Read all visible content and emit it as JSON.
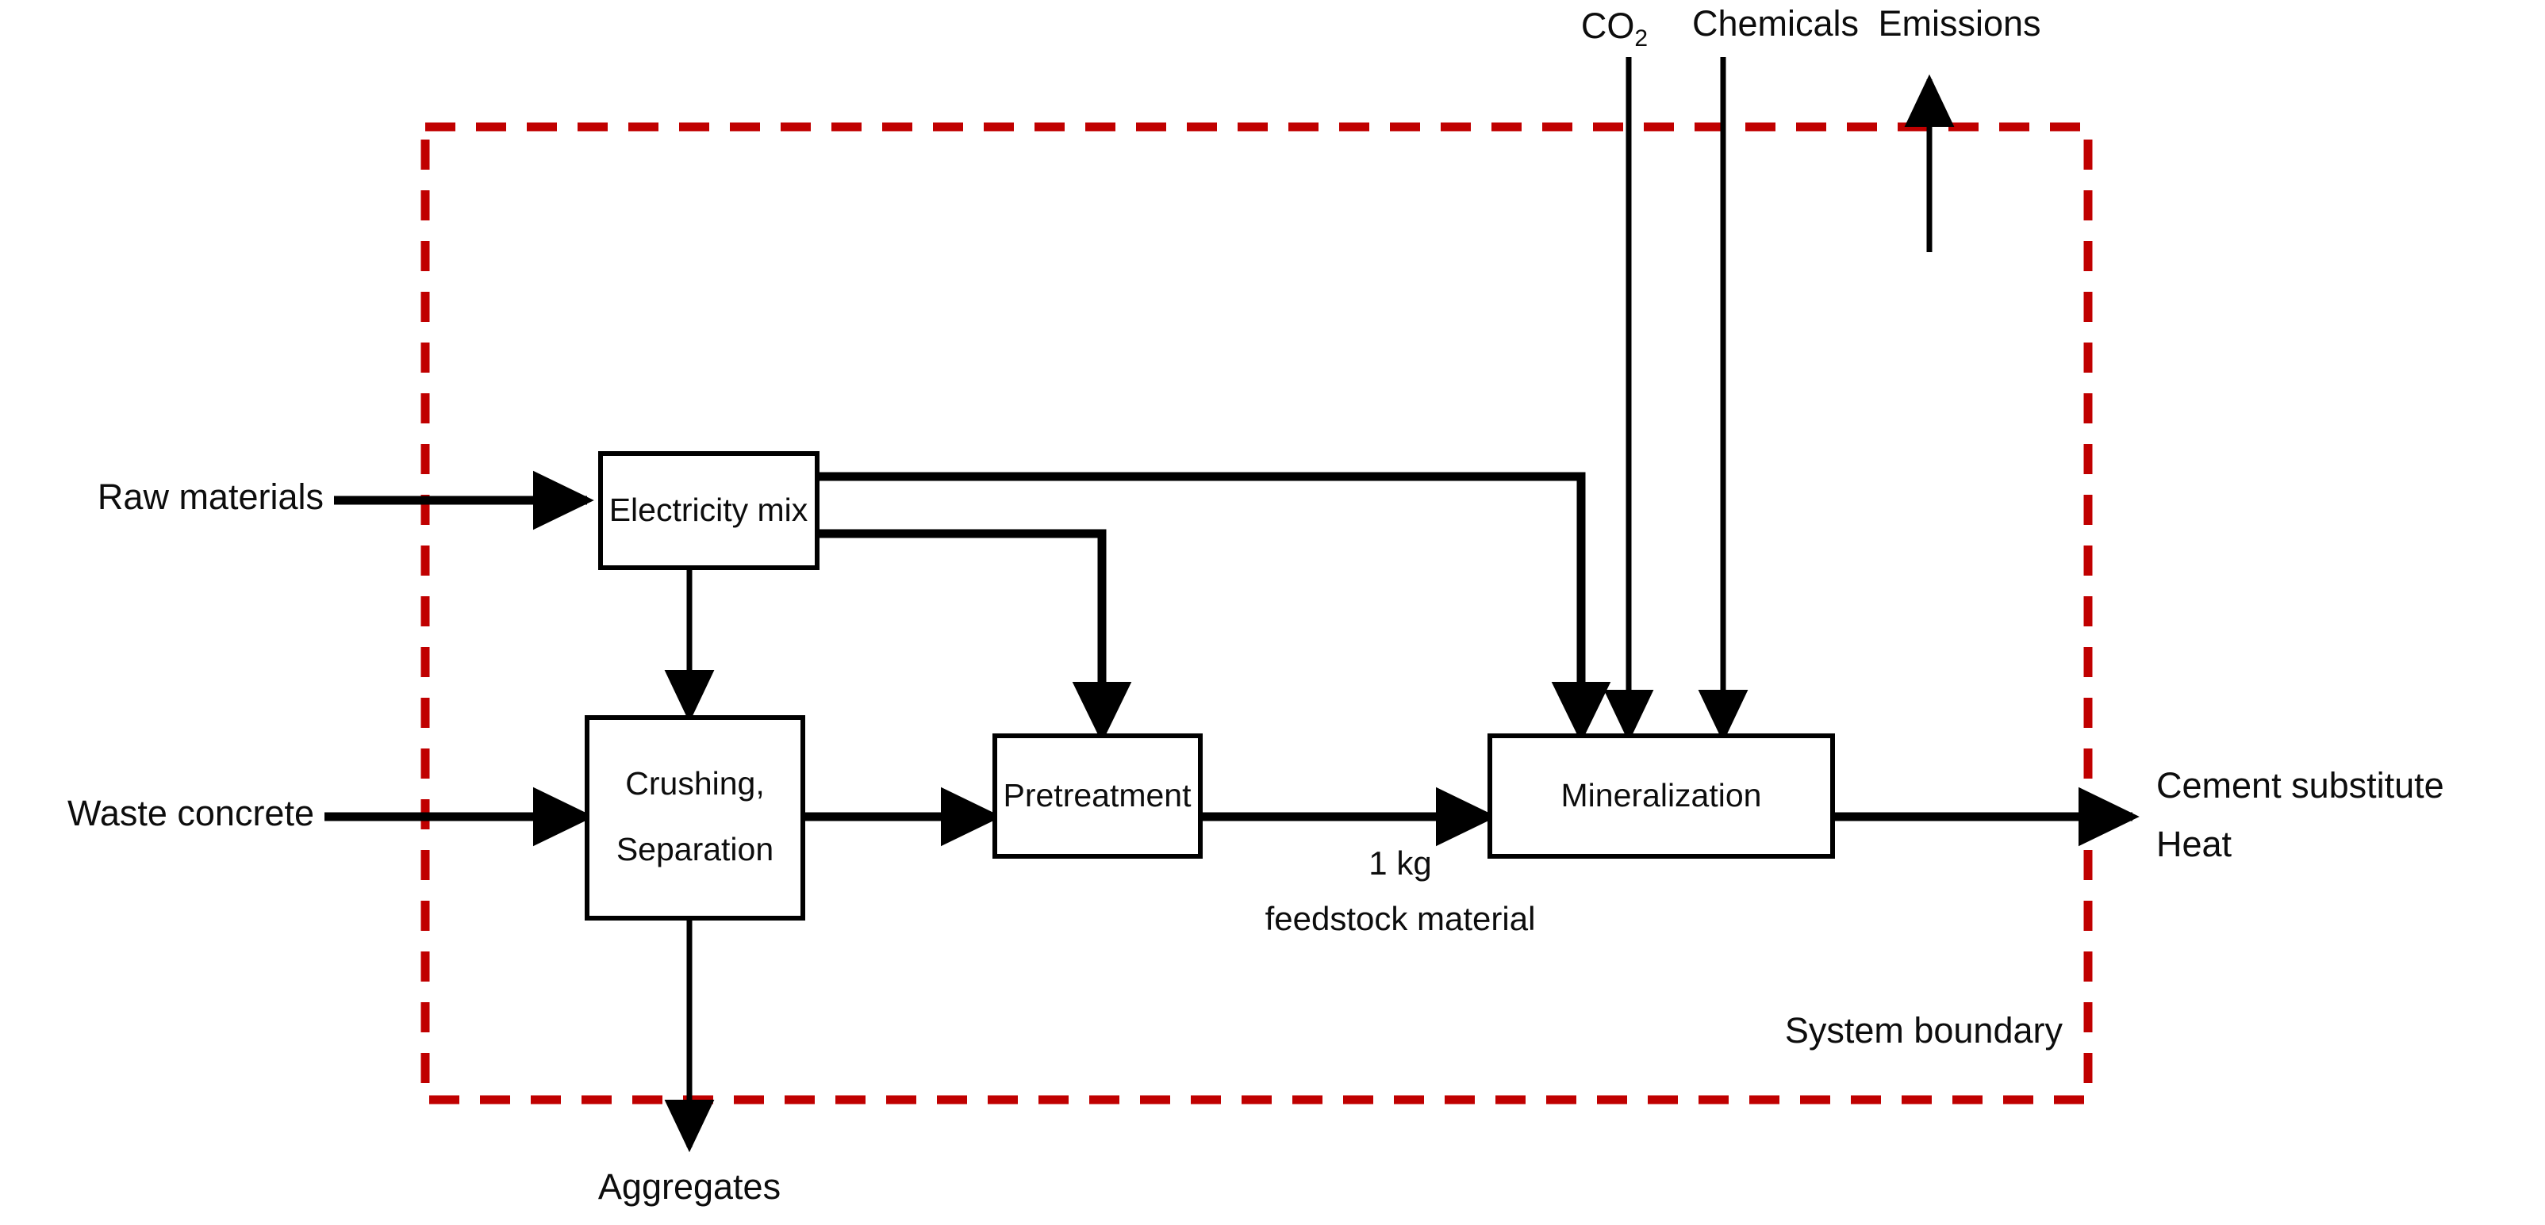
{
  "diagram": {
    "title": "Mineralization process system boundary flow diagram",
    "colors": {
      "boundary": "#C00000",
      "line": "#000000",
      "box_fill": "#FFFFFF",
      "text": "#0D0D0D"
    },
    "boundary": {
      "label": "System boundary",
      "style": "dashed"
    },
    "processes": [
      {
        "id": "electricity-mix",
        "label": "Electricity mix"
      },
      {
        "id": "crushing-separation",
        "label_line1": "Crushing,",
        "label_line2": "Separation"
      },
      {
        "id": "pretreatment",
        "label": "Pretreatment"
      },
      {
        "id": "mineralization",
        "label": "Mineralization"
      }
    ],
    "inputs_left": [
      {
        "id": "raw-materials",
        "label": "Raw materials"
      },
      {
        "id": "waste-concrete",
        "label": "Waste concrete"
      }
    ],
    "inputs_top": [
      {
        "id": "co2",
        "label": "CO",
        "subscript": "2"
      },
      {
        "id": "chemicals",
        "label": "Chemicals"
      }
    ],
    "outputs_top": [
      {
        "id": "emissions",
        "label": "Emissions"
      }
    ],
    "outputs_right": [
      {
        "id": "cement-substitute",
        "label": "Cement substitute"
      },
      {
        "id": "heat",
        "label": "Heat"
      }
    ],
    "outputs_bottom": [
      {
        "id": "aggregates",
        "label": "Aggregates"
      }
    ],
    "flow_annotations": [
      {
        "id": "functional-unit",
        "line1": "1 kg",
        "line2": "feedstock material"
      }
    ]
  }
}
